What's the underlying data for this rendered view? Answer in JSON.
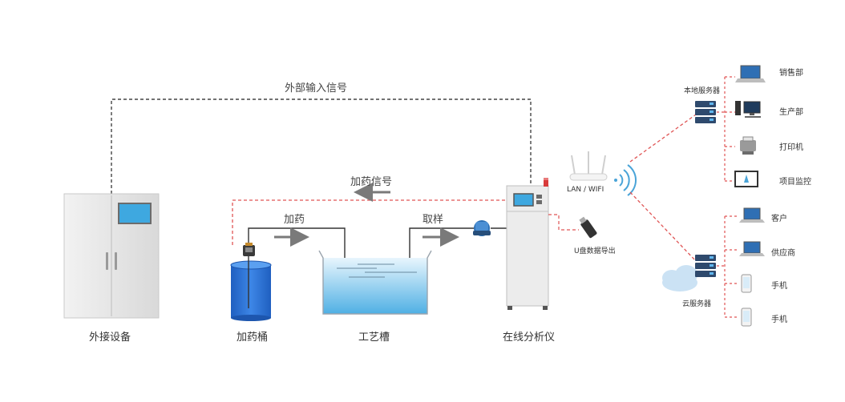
{
  "colors": {
    "signal_line": "#e05555",
    "external_line": "#444444",
    "arrow": "#7a7a7a",
    "panel_screen": "#3ea8e0",
    "tank_blue": "#2f6fd0",
    "water": "#7cc4ea",
    "cabinet": "#e6e6e6"
  },
  "labels": {
    "external_signal": "外部输入信号",
    "dosing_signal": "加药信号",
    "dosing": "加药",
    "sampling": "取样",
    "external_device": "外接设备",
    "dosing_tank": "加药桶",
    "process_tank": "工艺槽",
    "online_analyzer": "在线分析仪",
    "lan_wifi": "LAN / WIFI",
    "usb_export": "U盘数据导出",
    "local_server": "本地服务器",
    "cloud_server": "云服务器"
  },
  "local_nodes": [
    "销售部",
    "生产部",
    "打印机",
    "项目监控"
  ],
  "cloud_nodes": [
    "客户",
    "供应商",
    "手机",
    "手机"
  ],
  "icons": [
    "cabinet-icon",
    "dosing-pump-icon",
    "sampling-pump-icon",
    "router-icon",
    "wifi-icon",
    "usb-drive-icon",
    "server-icon",
    "cloud-icon",
    "laptop-icon",
    "desktop-pc-icon",
    "printer-icon",
    "monitor-icon",
    "phone-icon"
  ]
}
